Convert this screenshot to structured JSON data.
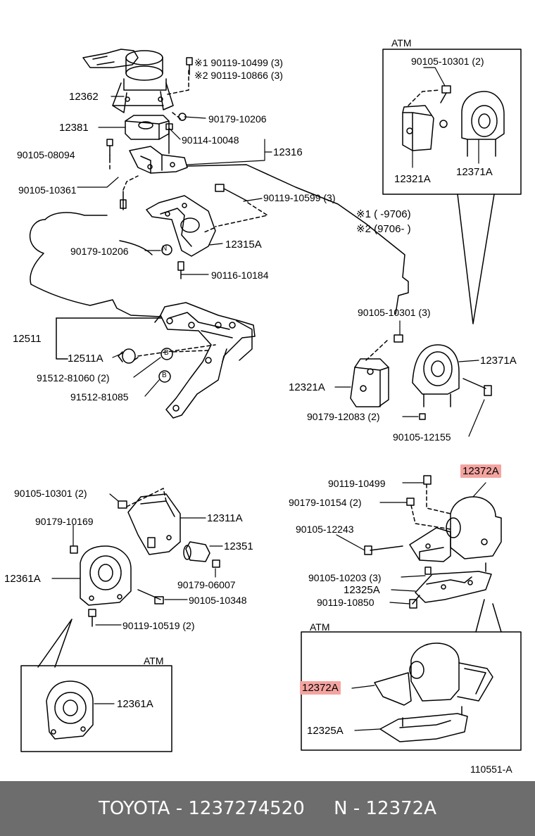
{
  "diagram": {
    "callouts": [
      {
        "id": "c01",
        "text": "※1 90119-10499 (3)"
      },
      {
        "id": "c02",
        "text": "※2 90119-10866 (3)"
      },
      {
        "id": "c03",
        "text": "12362"
      },
      {
        "id": "c04",
        "text": "90179-10206"
      },
      {
        "id": "c05",
        "text": "12381"
      },
      {
        "id": "c06",
        "text": "90114-10048"
      },
      {
        "id": "c07",
        "text": "12316"
      },
      {
        "id": "c08",
        "text": "90105-08094"
      },
      {
        "id": "c09",
        "text": "90105-10361"
      },
      {
        "id": "c10",
        "text": "90119-10599 (3)"
      },
      {
        "id": "c11",
        "text": "※1 (        -9706)"
      },
      {
        "id": "c12",
        "text": "※2 (9706-        )"
      },
      {
        "id": "c13",
        "text": "12315A"
      },
      {
        "id": "c14",
        "text": "90179-10206"
      },
      {
        "id": "c15",
        "text": "90116-10184"
      },
      {
        "id": "c16",
        "text": "12511"
      },
      {
        "id": "c17",
        "text": "12511A"
      },
      {
        "id": "c18",
        "text": "91512-81060 (2)"
      },
      {
        "id": "c19",
        "text": "91512-81085"
      },
      {
        "id": "c20",
        "text": "ATM"
      },
      {
        "id": "c21",
        "text": "90105-10301 (2)"
      },
      {
        "id": "c22",
        "text": "12321A"
      },
      {
        "id": "c23",
        "text": "12371A"
      },
      {
        "id": "c24",
        "text": "90105-10301 (3)"
      },
      {
        "id": "c25",
        "text": "12371A"
      },
      {
        "id": "c26",
        "text": "12321A"
      },
      {
        "id": "c27",
        "text": "90179-12083 (2)"
      },
      {
        "id": "c28",
        "text": "90105-12155"
      },
      {
        "id": "c29",
        "text": "90105-10301 (2)"
      },
      {
        "id": "c30",
        "text": "12311A"
      },
      {
        "id": "c31",
        "text": "90179-10169"
      },
      {
        "id": "c32",
        "text": "12351"
      },
      {
        "id": "c33",
        "text": "12361A"
      },
      {
        "id": "c34",
        "text": "90179-06007"
      },
      {
        "id": "c35",
        "text": "90105-10348"
      },
      {
        "id": "c36",
        "text": "90119-10519 (2)"
      },
      {
        "id": "c37",
        "text": "ATM"
      },
      {
        "id": "c38",
        "text": "12361A"
      },
      {
        "id": "c39",
        "text": "12372A",
        "highlight": true
      },
      {
        "id": "c40",
        "text": "90119-10499"
      },
      {
        "id": "c41",
        "text": "90179-10154 (2)"
      },
      {
        "id": "c42",
        "text": "90105-12243"
      },
      {
        "id": "c43",
        "text": "90105-10203 (3)"
      },
      {
        "id": "c44",
        "text": "12325A"
      },
      {
        "id": "c45",
        "text": "90119-10850"
      },
      {
        "id": "c46",
        "text": "ATM"
      },
      {
        "id": "c47",
        "text": "12372A",
        "highlight": true
      },
      {
        "id": "c48",
        "text": "12325A"
      },
      {
        "id": "c49",
        "text": "110551-A"
      }
    ],
    "marker_N": "N",
    "marker_B": "B",
    "highlight_color": "#f4a4a0"
  },
  "footer": {
    "brand": "TOYOTA",
    "sep1": " - ",
    "part_number": "1237274520",
    "gap": "     ",
    "ref_letter": "N",
    "sep2": " - ",
    "ref_code": "12372A",
    "background": "#6d6d6d"
  }
}
